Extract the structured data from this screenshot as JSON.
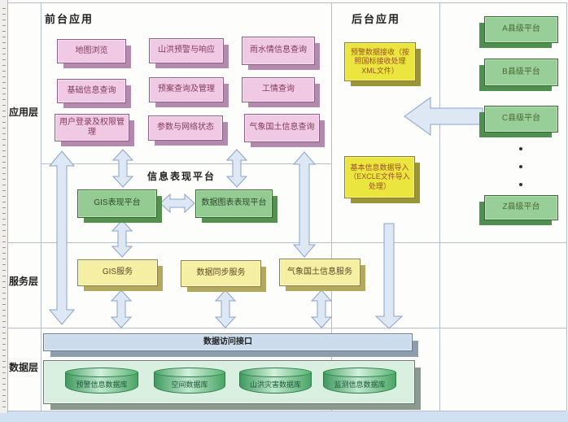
{
  "titles": {
    "front_area": "前台应用",
    "back_area": "后台应用",
    "presentation_area": "信息表现平台"
  },
  "layer_labels": {
    "application": "应用层",
    "service": "服务层",
    "data": "数据层"
  },
  "app_boxes": [
    {
      "label": "地图浏览"
    },
    {
      "label": "山洪预警与响应"
    },
    {
      "label": "雨水情信息查询"
    },
    {
      "label": "基础信息查询"
    },
    {
      "label": "预案查询及管理"
    },
    {
      "label": "工情查询"
    },
    {
      "label": "用户登录及权限管理"
    },
    {
      "label": "参数与网络状态"
    },
    {
      "label": "气象国土信息查询"
    }
  ],
  "presentation_boxes": [
    {
      "label": "GIS表现平台"
    },
    {
      "label": "数据图表表现平台"
    }
  ],
  "service_boxes": [
    {
      "label": "GIS服务"
    },
    {
      "label": "数据同步服务"
    },
    {
      "label": "气象国土信息服务"
    }
  ],
  "backend_boxes": [
    {
      "label": "预警数据接收（按照国标接收处理XML文件）"
    },
    {
      "label": "基本信息数据导入（EXCLE文件导入处理）"
    }
  ],
  "county_boxes": [
    {
      "label": "A县级平台"
    },
    {
      "label": "B县级平台"
    },
    {
      "label": "C县级平台"
    },
    {
      "label": "Z县级平台"
    }
  ],
  "county_ellipsis": [
    "·",
    "·",
    "·"
  ],
  "data_access_bar": {
    "label": "数据访问接口"
  },
  "databases": [
    {
      "label": "预警信息数据库"
    },
    {
      "label": "空间数据库"
    },
    {
      "label": "山洪灾害数据库"
    },
    {
      "label": "监测信息数据库"
    }
  ],
  "colors": {
    "app_box_fill": "#f0cae4",
    "app_box_side": "#b38aae",
    "platform_green_fill": "#93cb93",
    "platform_green_side": "#54904e",
    "service_yellow_fill": "#f4efa3",
    "service_yellow_side": "#b2a95e",
    "backend_yellow_fill": "#ebe63f",
    "backend_yellow_side": "#9b9539",
    "county_green_fill": "#98ce98",
    "county_green_side": "#4f9051",
    "data_access_bar_fill": "#ccdcec",
    "database_container_fill": "#d9efdf",
    "cylinder_green": "#4aa566",
    "arrow_fill": "#dde8f4",
    "arrow_stroke": "#8aa2c8",
    "page_bottom_strip": "#cfe1f2"
  }
}
